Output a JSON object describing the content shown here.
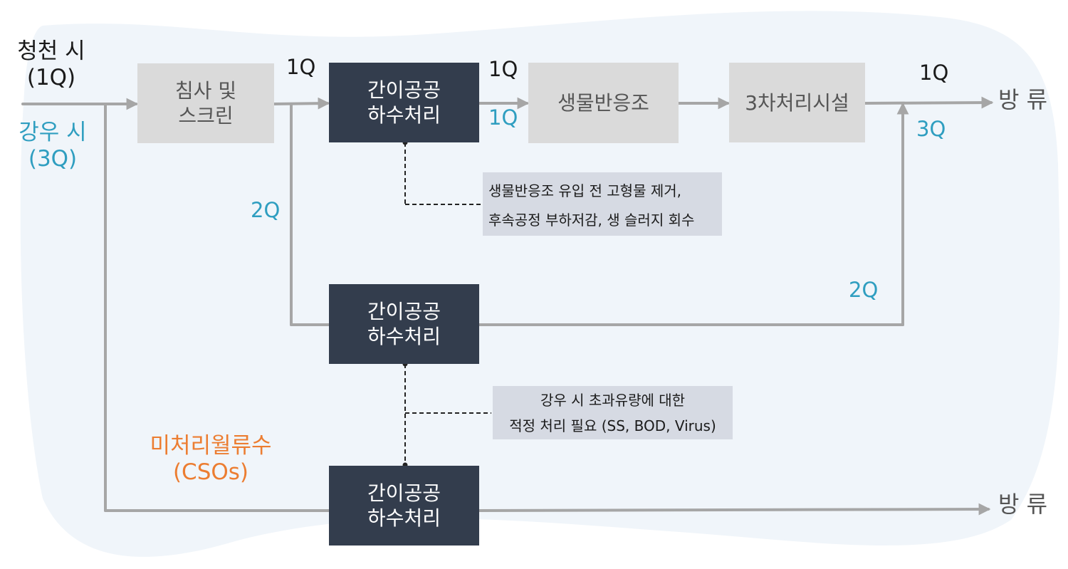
{
  "colors": {
    "background_blob": "#f0f5fa",
    "flow_line": "#a6a6a6",
    "gray_box": "#dadada",
    "dark_box": "#333d4d",
    "note_box": "#d6dae3",
    "dry_weather_text": "#1a1a1a",
    "wet_weather_text": "#2f9ec0",
    "cso_text": "#ec7d31"
  },
  "conditions": {
    "dry_weather": [
      "청천 시",
      "(1Q)"
    ],
    "wet_weather": [
      "강우 시",
      "(3Q)"
    ]
  },
  "processes": {
    "screening": [
      "침사 및",
      "스크린"
    ],
    "simple_treatment_1": [
      "간이공공",
      "하수처리"
    ],
    "bioreactor": "생물반응조",
    "tertiary": "3차처리시설",
    "simple_treatment_2": [
      "간이공공",
      "하수처리"
    ],
    "simple_treatment_3": [
      "간이공공",
      "하수처리"
    ]
  },
  "flow_labels": {
    "after_screening": "1Q",
    "before_bioreactor_dry": "1Q",
    "before_bioreactor_wet": "1Q",
    "bypass_branch": "2Q",
    "return_branch": "2Q",
    "outlet_dry": "1Q",
    "outlet_wet": "3Q"
  },
  "notes": {
    "note_1": [
      "생물반응조 유입 전 고형물 제거,",
      "후속공정 부하저감, 생 슬러지 회수"
    ],
    "note_2": [
      "강우 시 초과유량에 대한",
      "적정 처리 필요 (SS, BOD, Virus)"
    ]
  },
  "cso": [
    "미처리월류수",
    "(CSOs)"
  ],
  "outputs": {
    "discharge_top": "방 류",
    "discharge_bottom": "방 류"
  }
}
